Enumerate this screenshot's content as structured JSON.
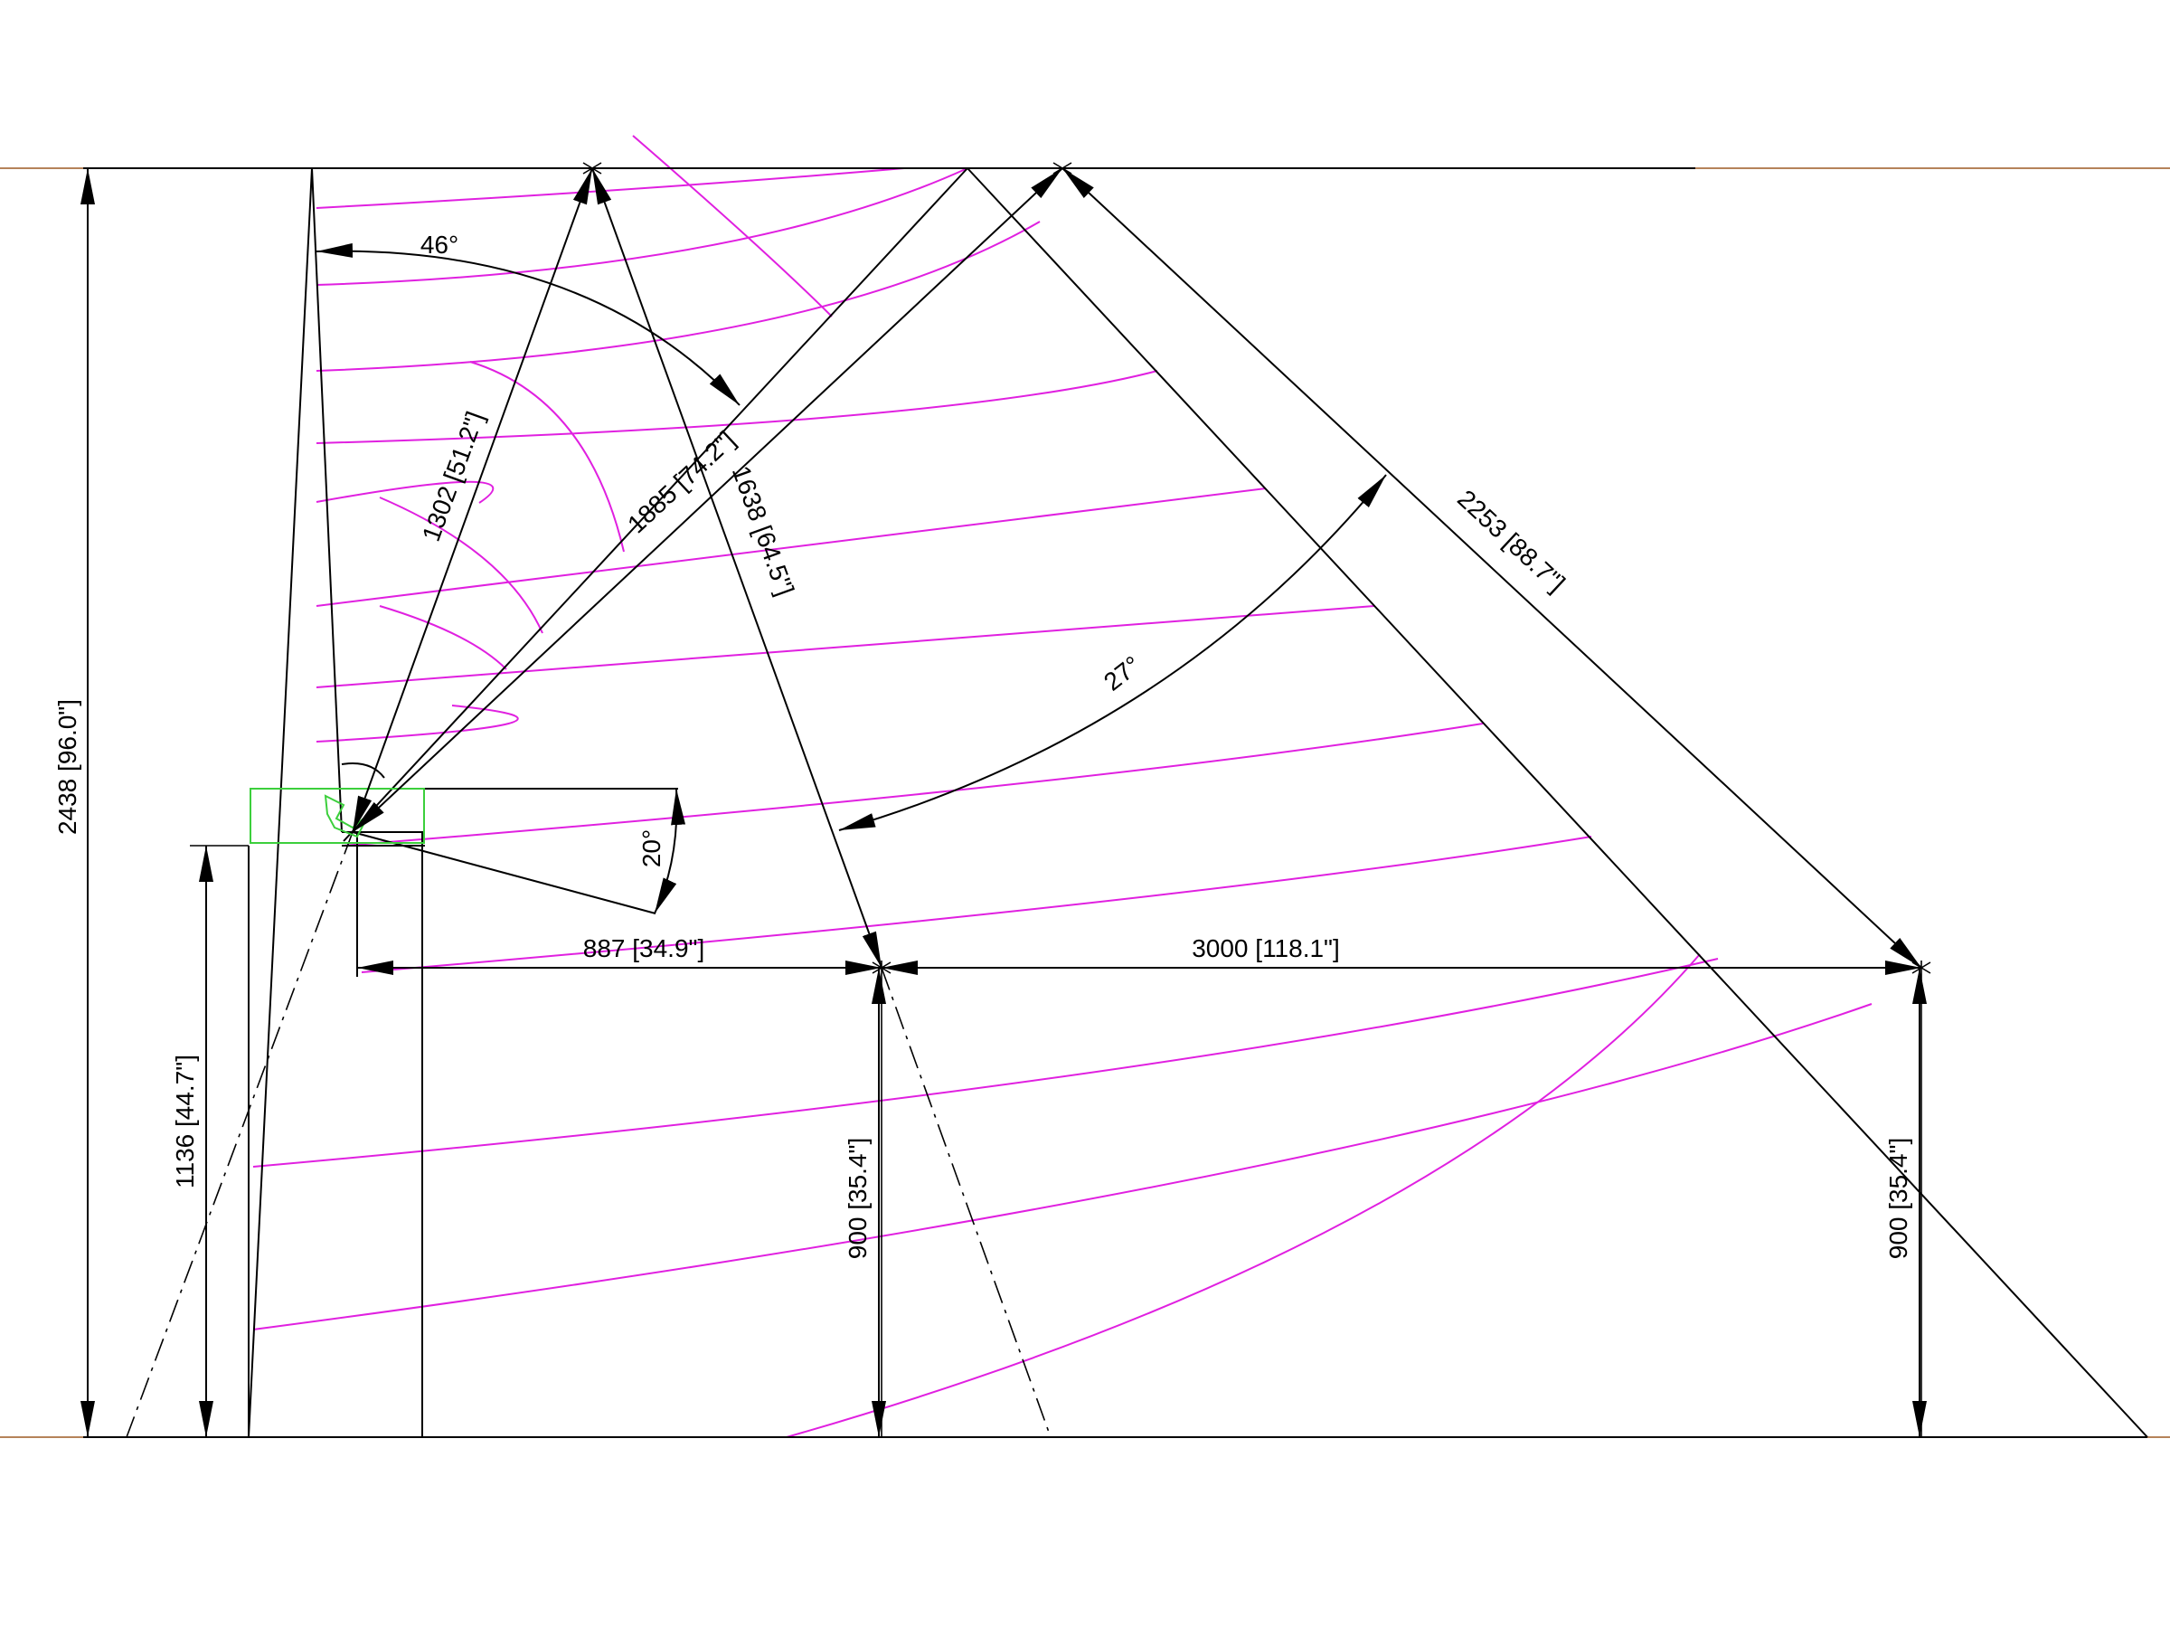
{
  "colors": {
    "lines": "#000000",
    "sound_arcs": "#e020e0",
    "device_outline": "#3ccf3c",
    "border_extension": "#b5835a",
    "background": "#ffffff"
  },
  "dimensions": {
    "overall_height": "2438 [96.0\"]",
    "mount_height": "1136 [44.7\"]",
    "left_near_distance": "1302 [51.2\"]",
    "center_distance": "1885 [74.2\"]",
    "listener_distance": "1638 [64.5\"]",
    "far_distance": "2253 [88.7\"]",
    "offset_horizontal": "887 [34.9\"]",
    "spacing_horizontal": "3000 [118.1\"]",
    "ear_height_left": "900 [35.4\"]",
    "ear_height_right": "900 [35.4\"]"
  },
  "angles": {
    "spread": "46°",
    "dispersion": "27°",
    "tilt": "20°"
  }
}
